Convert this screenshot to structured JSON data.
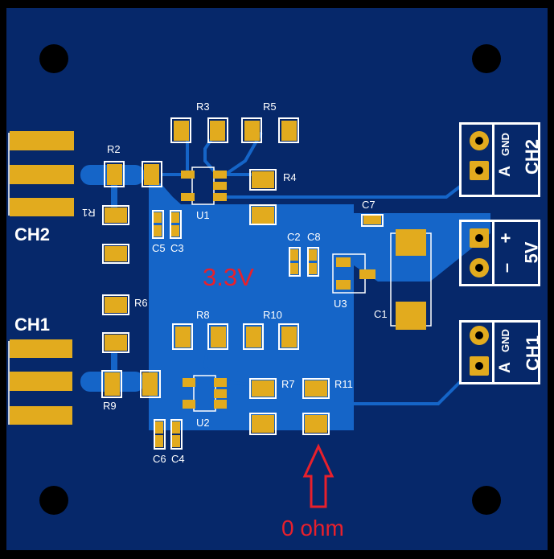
{
  "board": {
    "title": "Dual channel PCB layout",
    "colors": {
      "board": "#06286a",
      "pour": "#1565c8",
      "pad": "#e2ab1e",
      "silk": "#ffffff",
      "annotation": "#e8202c"
    }
  },
  "designators": {
    "R1": "R1",
    "R2": "R2",
    "R3": "R3",
    "R4": "R4",
    "R5": "R5",
    "R6": "R6",
    "R7": "R7",
    "R8": "R8",
    "R9": "R9",
    "R10": "R10",
    "R11": "R11",
    "C1": "C1",
    "C2": "C2",
    "C3": "C3",
    "C4": "C4",
    "C5": "C5",
    "C6": "C6",
    "C7": "C7",
    "C8": "C8",
    "U1": "U1",
    "U2": "U2",
    "U3": "U3"
  },
  "connectors": {
    "left_ch2": "CH2",
    "left_ch1": "CH1",
    "right_ch2": {
      "name": "CH2",
      "pin1": "GND",
      "pin2": "A"
    },
    "right_5v": {
      "name": "5V",
      "pin1": "+",
      "pin2": "–"
    },
    "right_ch1": {
      "name": "CH1",
      "pin1": "GND",
      "pin2": "A"
    }
  },
  "annotations": {
    "pour_voltage": "3.3V",
    "arrow_note": "0 ohm"
  }
}
